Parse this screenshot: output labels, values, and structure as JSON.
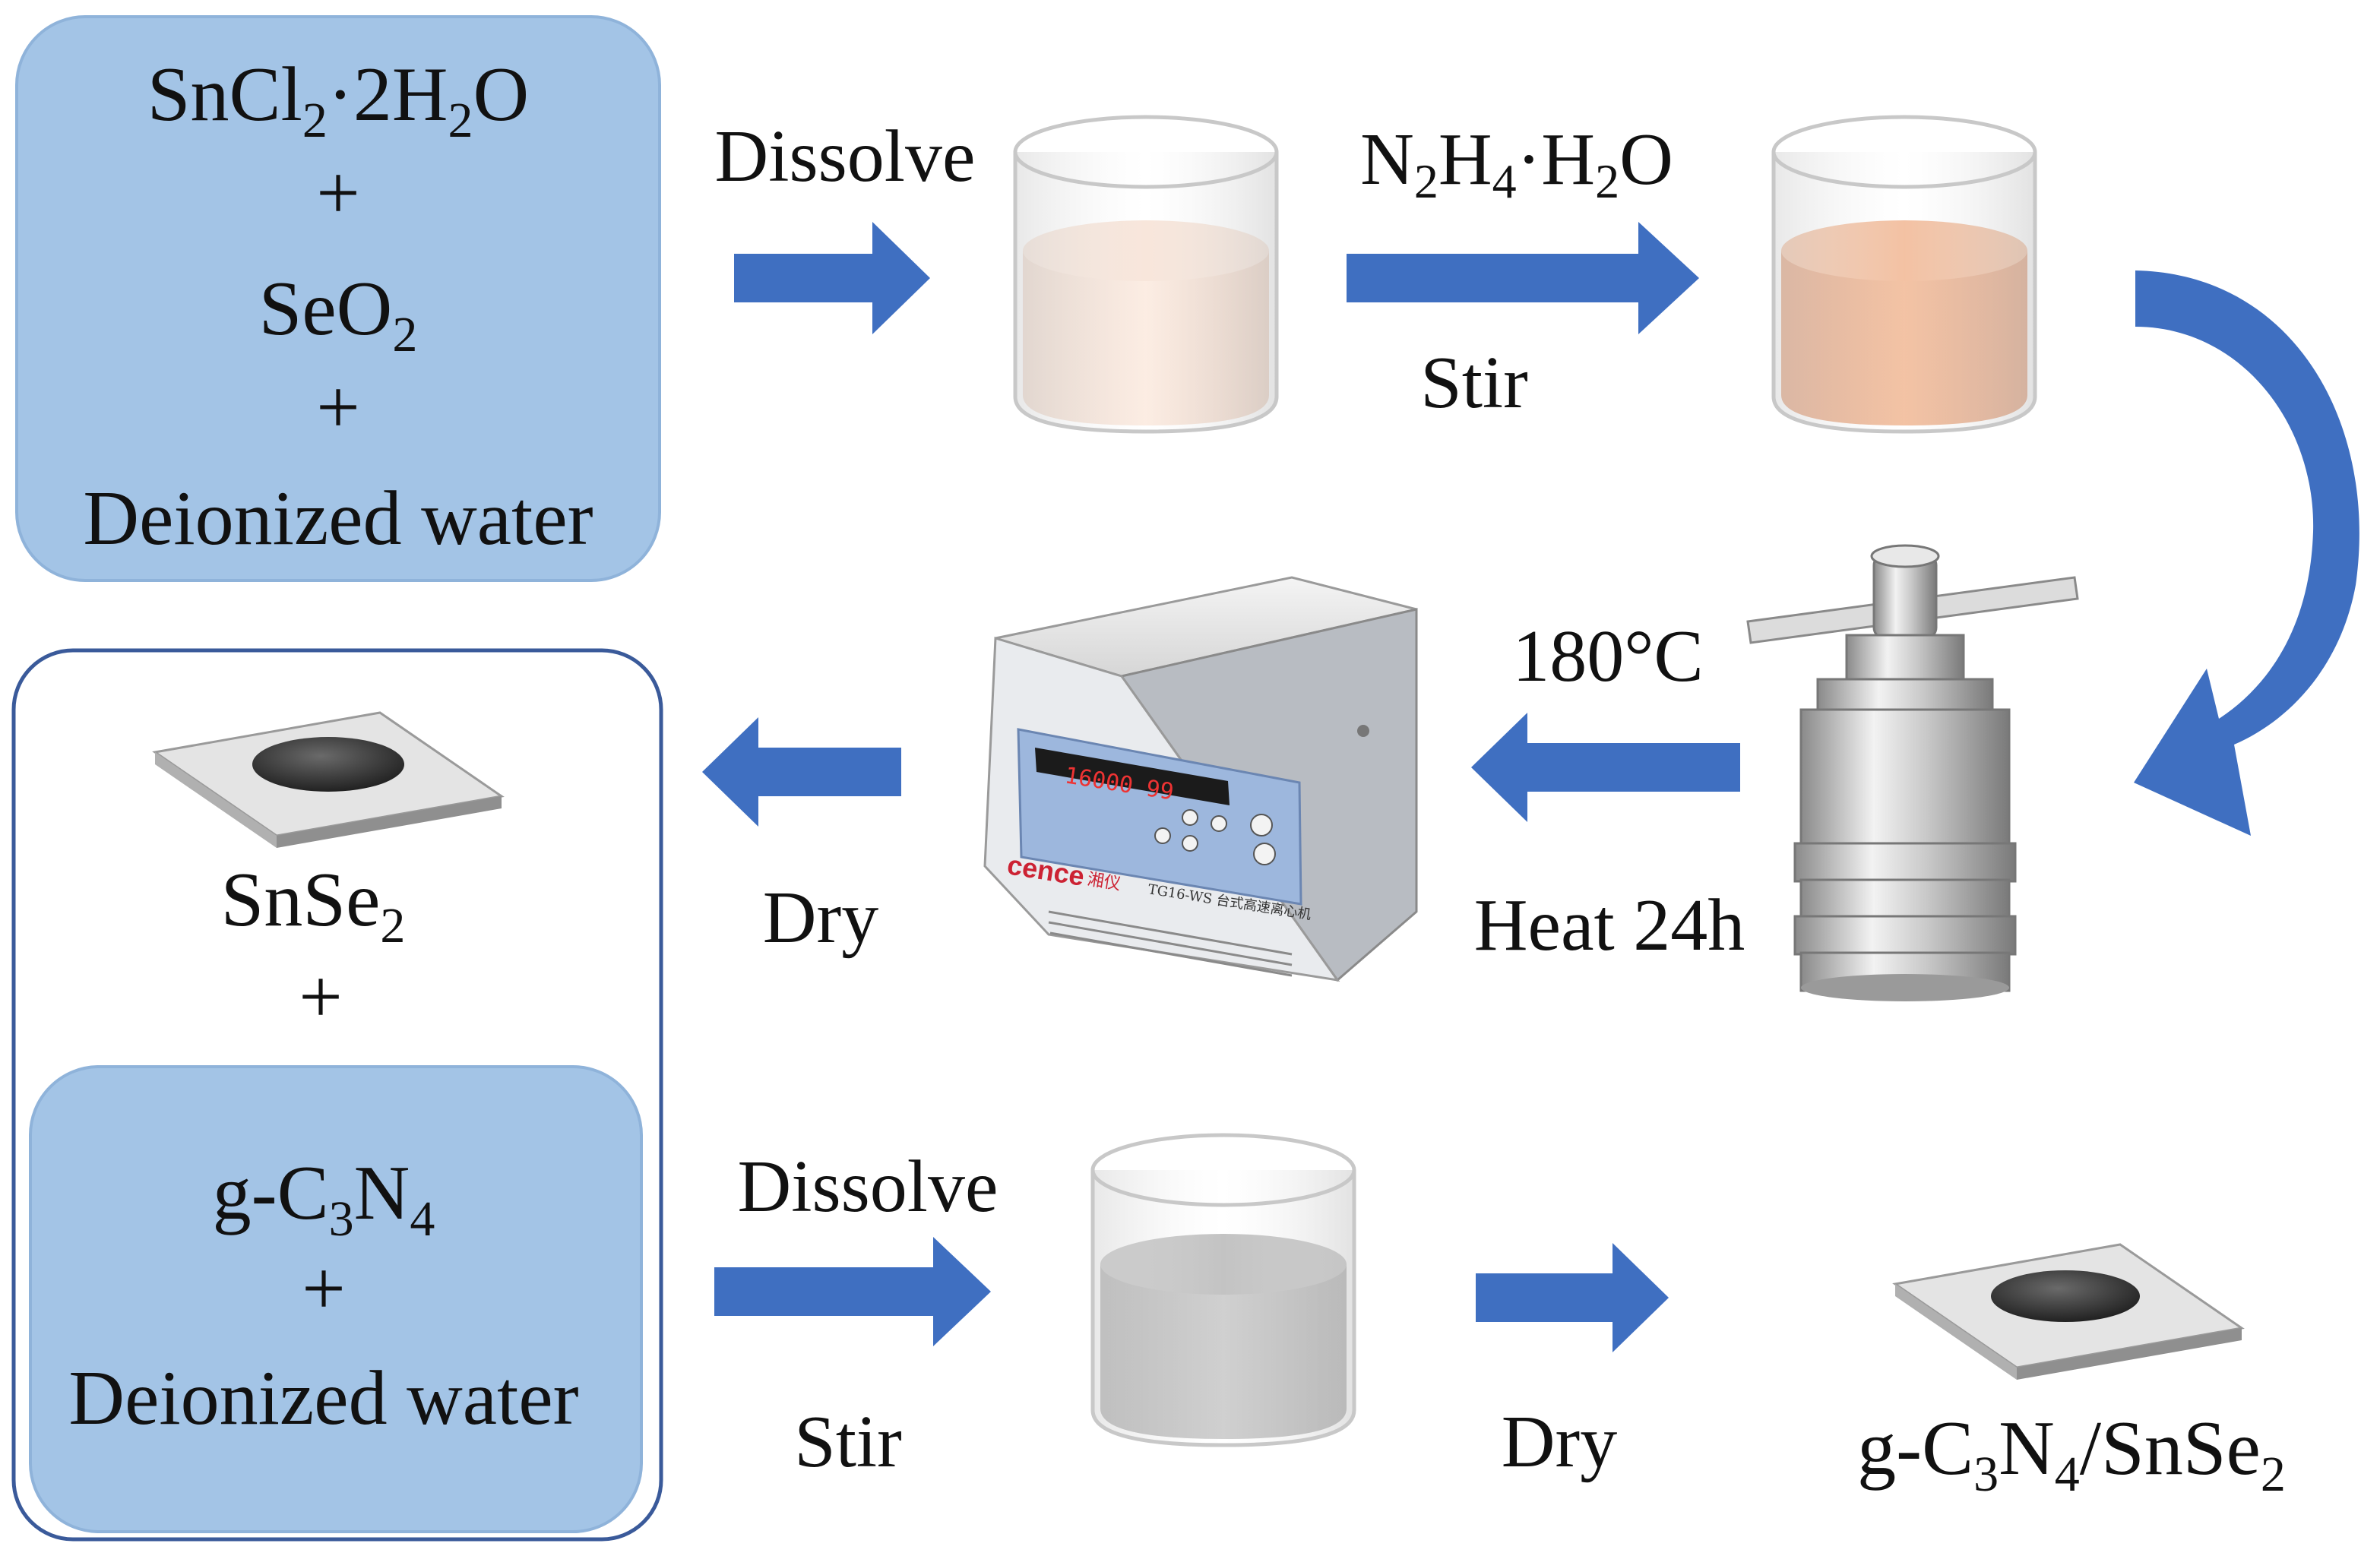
{
  "reactants_box": {
    "line1": {
      "main": "SnCl",
      "sub": "2",
      "rest": "·2H",
      "sub2": "2",
      "end": "O"
    },
    "plus1": "+",
    "line2": {
      "main": "SeO",
      "sub": "2"
    },
    "plus2": "+",
    "line3": "Deionized water"
  },
  "step_dissolve_1": "Dissolve",
  "reagent_label": {
    "a": "N",
    "a_sub": "2",
    "b": "H",
    "b_sub": "4",
    "c": "·H",
    "c_sub": "2",
    "d": "O"
  },
  "step_stir_1": "Stir",
  "temperature": "180°C",
  "step_heat": "Heat 24h",
  "step_dry_1": "Dry",
  "centrifuge": {
    "brand": "cence",
    "brand_cn": "湘仪",
    "model": "TG16-WS 台式高速离心机",
    "display": "16000  99"
  },
  "product_box": {
    "snse2": {
      "main": "SnSe",
      "sub": "2"
    },
    "plus1": "+",
    "gcn": {
      "main": "g-C",
      "sub": "3",
      "mid": "N",
      "sub2": "4"
    },
    "plus2": "+",
    "water": "Deionized water"
  },
  "step_dissolve_2": "Dissolve",
  "step_stir_2": "Stir",
  "step_dry_2": "Dry",
  "final_product": {
    "a": "g-C",
    "a_sub": "3",
    "b": "N",
    "b_sub": "4",
    "c": "/SnSe",
    "c_sub": "2"
  },
  "colors": {
    "box_fill": "#a3c4e6",
    "arrow_blue": "#3f6fc1",
    "beaker_light": "#f3d3bf",
    "beaker_orange": "#e6a57d",
    "beaker_grey": "#a9a9a9"
  }
}
